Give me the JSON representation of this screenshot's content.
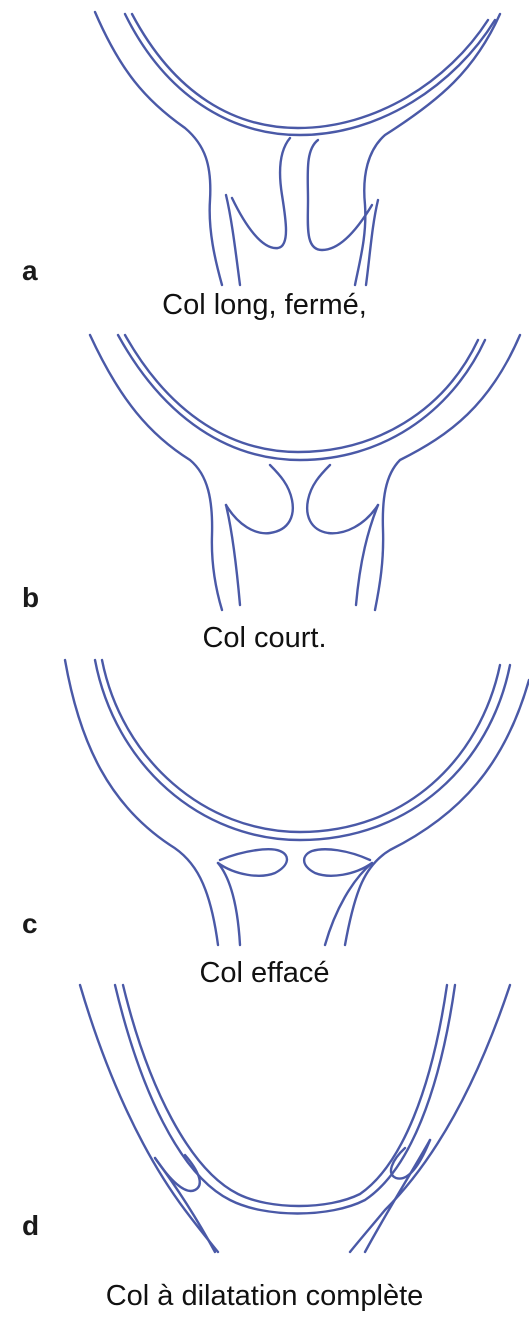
{
  "line_color": "#4a59a7",
  "panels": [
    {
      "letter": "a",
      "caption": "Col long, fermé,"
    },
    {
      "letter": "b",
      "caption": "Col court."
    },
    {
      "letter": "c",
      "caption": "Col effacé"
    },
    {
      "letter": "d",
      "caption": "Col à dilatation complète"
    }
  ]
}
